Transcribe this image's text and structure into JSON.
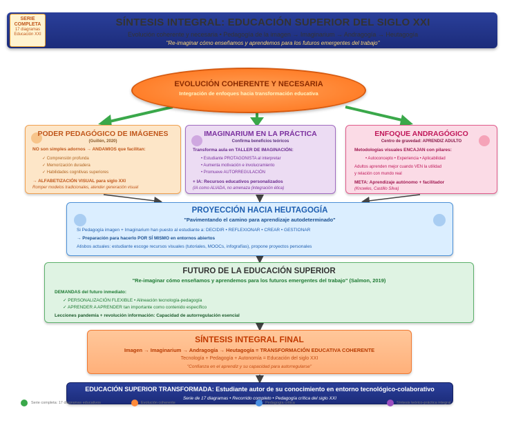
{
  "header": {
    "badge": [
      "SERIE",
      "COMPLETA",
      "17 diagramas",
      "Educación XXI"
    ],
    "title": "SÍNTESIS INTEGRAL: EDUCACIÓN SUPERIOR DEL SIGLO XXI",
    "subtitle": "Evolución coherente y necesaria • Pedagogía de la imagen → Imaginarium → Andragogía → Heutagogía",
    "quote": "\"Re-imaginar cómo enseñamos y aprendemos para los futuros emergentes del trabajo\""
  },
  "ellipse": {
    "title": "EVOLUCIÓN COHERENTE Y NECESARIA",
    "subtitle": "Integración de enfoques hacia transformación educativa"
  },
  "poder": {
    "title": "PODER PEDAGÓGICO DE IMÁGENES",
    "source": "(Guillén, 2020)",
    "lead": "NO son simples adornos → ANDAMIOS que facilitan:",
    "items": [
      "✓ Comprensión profunda",
      "✓ Memorización duradera",
      "✓ Habilidades cognitivas superiores"
    ],
    "visual": "→ ALFABETIZACIÓN VISUAL para siglo XXI",
    "note": "Romper modelos tradicionales, atender generación visual",
    "accent": "#c0561a"
  },
  "imaginarium": {
    "title": "IMAGINARIUM EN LA PRÁCTICA",
    "subtitle": "Confirma beneficios teóricos",
    "lead": "Transforma aula en TALLER DE IMAGINACIÓN:",
    "items": [
      "• Estudiante PROTAGONISTA al interpretar",
      "• Aumenta motivación e involucramiento",
      "• Promueve AUTORREGULACIÓN"
    ],
    "ia": "+ IA: Recursos educativos personalizados",
    "note": "(IA como ALIADA, no amenaza (integración ética)",
    "accent": "#7a2f9e"
  },
  "andragogico": {
    "title": "ENFOQUE ANDRAGÓGICO",
    "subtitle": "Centro de gravedad: APRENDIZ ADULTO",
    "lead": "Metodologías visuales ENCAJAN con pilares:",
    "items": [
      "• Autoconcepto • Experiencia • Aplicabilidad"
    ],
    "text1": "Adultos aprenden mejor cuando VEN la utilidad",
    "text2": "y relación con mundo real",
    "meta": "META: Aprendizaje autónomo + facilitador",
    "note": "(Knowles, Castillo Silva)",
    "accent": "#c0185a"
  },
  "heutagogia": {
    "title": "PROYECCIÓN HACIA HEUTAGOGÍA",
    "subtitle": "\"Pavimentando el camino para aprendizaje autodeterminado\"",
    "line1": "Si Pedagogía imagen + Imaginarium han puesto al estudiante a: DECIDIR • REFLEXIONAR • CREAR • GESTIONAR",
    "line2": "→ Preparación para hacerlo POR SÍ MISMO en entornos abiertos",
    "line3": "Atisbos actuales: estudiante escoge recursos visuales (tutoriales, MOOCs, infografías), propone proyectos personales",
    "accent": "#1f5fb0"
  },
  "futuro": {
    "title": "FUTURO DE LA EDUCACIÓN SUPERIOR",
    "subtitle": "\"Re-imaginar cómo enseñamos y aprendemos para los futuros emergentes del trabajo\" (Salmon, 2019)",
    "lead": "DEMANDAS del futuro inmediato:",
    "item1a": "✓ PERSONALIZACIÓN FLEXIBLE",
    "item1b": " • Alineación tecnología-pedagogía",
    "item2a": "✓ APRENDER A APRENDER",
    "item2b": " tan importante como contenido específico",
    "footer": "Lecciones pandemia + revolución información: Capacidad de autorregulación esencial",
    "accent": "#1e7a33"
  },
  "sintesis": {
    "title": "SÍNTESIS INTEGRAL FINAL",
    "line1": "Imagen → Imaginarium → Andragogía → Heutagogía = TRANSFORMACIÓN EDUCATIVA COHERENTE",
    "line2": "Tecnología + Pedagogía + Autonomía = Educación del siglo XXI",
    "line3": "\"Confianza en el aprendiz y su capacidad para autorregularse\"",
    "accent": "#c23a00"
  },
  "final": {
    "title": "EDUCACIÓN SUPERIOR TRANSFORMADA: Estudiante autor de su conocimiento en entorno tecnológico-colaborativo",
    "subtitle": "Serie de 17 diagramas • Recorrido completo • Pedagogía crítica del siglo XXI"
  },
  "legend": [
    {
      "label": "Serie completa: 17 diagramas educativos",
      "color": "#3aa84a"
    },
    {
      "label": "Evolución coherente",
      "color": "#ff8a3a"
    },
    {
      "label": "Pedagogía crítica",
      "color": "#4a90e2"
    },
    {
      "label": "Síntesis teórico-práctica integral",
      "color": "#9b4fc0"
    }
  ]
}
